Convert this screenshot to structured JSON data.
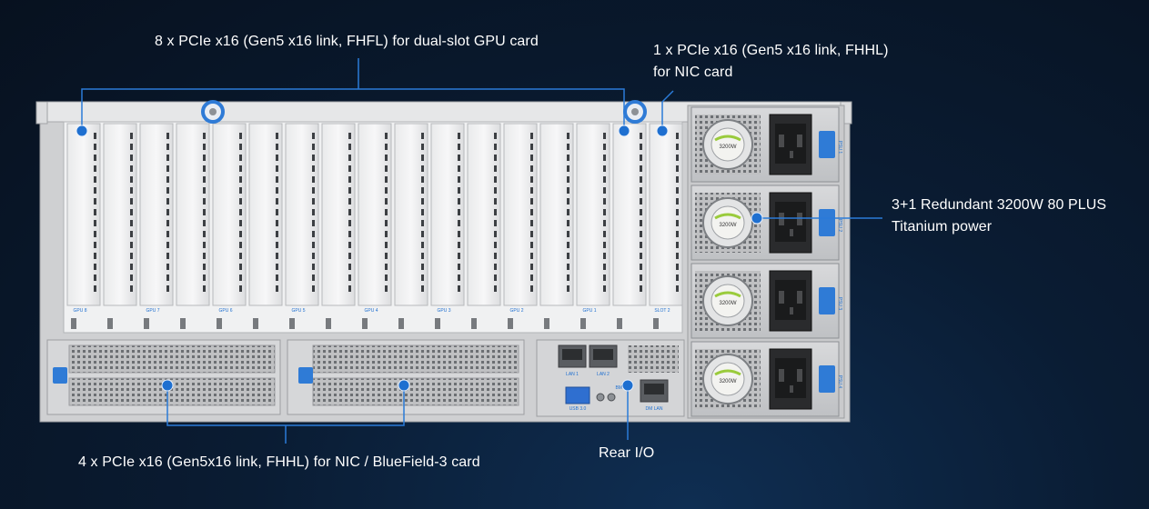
{
  "callouts": {
    "gpu_slots": "8 x PCIe x16 (Gen5 x16 link, FHFL) for dual-slot GPU card",
    "nic_slot": {
      "line1": "1 x PCIe x16 (Gen5 x16 link, FHHL)",
      "line2": "for NIC card"
    },
    "psu": {
      "line1": "3+1 Redundant 3200W 80 PLUS",
      "line2": "Titanium power"
    },
    "bluefield_slots": "4 x PCIe x16 (Gen5x16 link, FHHL) for NIC / BlueField-3 card",
    "rear_io": "Rear I/O"
  },
  "slot_labels": [
    "GPU 8",
    "GPU 7",
    "GPU 6",
    "GPU 5",
    "GPU 4",
    "GPU 3",
    "GPU 2",
    "GPU 1",
    "SLOT 2"
  ],
  "psu_units": [
    {
      "rating": "3200W",
      "tag": "PSU 1"
    },
    {
      "rating": "3200W",
      "tag": "PSU 2"
    },
    {
      "rating": "3200W",
      "tag": "PSU 3"
    },
    {
      "rating": "3200W",
      "tag": "PSU 4"
    }
  ],
  "io_labels": {
    "lan1": "LAN 1",
    "lan2": "LAN 2",
    "usb": "USB 3.0",
    "bmc": "BMC",
    "dm_lan": "DM LAN"
  },
  "colors": {
    "accent": "#1e6fd0",
    "leader_line": "#2a7bd8",
    "chassis": "#d9dadb",
    "text": "#ffffff"
  }
}
